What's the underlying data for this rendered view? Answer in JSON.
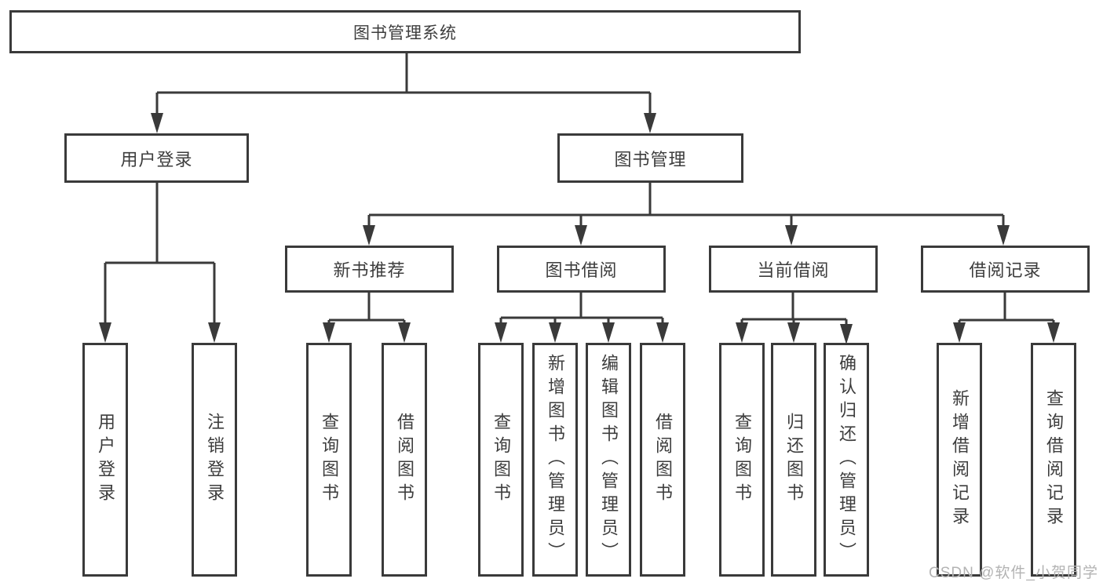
{
  "diagram": {
    "type": "hierarchy-tree",
    "colors": {
      "line": "#3a3a3a",
      "border": "#3a3a3a",
      "text": "#3d3d3d",
      "background": "#ffffff",
      "watermark": "#b3b3b3"
    },
    "watermark": "CSDN @软件_小贺同学",
    "nodes": {
      "root": {
        "label": "图书管理系统",
        "children": [
          "login",
          "manage"
        ]
      },
      "login": {
        "label": "用户登录",
        "children": [
          "login_user",
          "login_logout"
        ]
      },
      "manage": {
        "label": "图书管理",
        "children": [
          "recommend",
          "borrow",
          "current",
          "records"
        ]
      },
      "recommend": {
        "label": "新书推荐",
        "children": [
          "rec_query",
          "rec_borrow"
        ]
      },
      "borrow": {
        "label": "图书借阅",
        "children": [
          "borrow_query",
          "borrow_add",
          "borrow_edit",
          "borrow_lend"
        ]
      },
      "current": {
        "label": "当前借阅",
        "children": [
          "cur_query",
          "cur_return",
          "cur_confirm"
        ]
      },
      "records": {
        "label": "借阅记录",
        "children": [
          "record_add",
          "record_query"
        ]
      },
      "login_user": {
        "label": "用户登录"
      },
      "login_logout": {
        "label": "注销登录"
      },
      "rec_query": {
        "label": "查询图书"
      },
      "rec_borrow": {
        "label": "借阅图书"
      },
      "borrow_query": {
        "label": "查询图书"
      },
      "borrow_add": {
        "label": "新增图书（管理员）"
      },
      "borrow_edit": {
        "label": "编辑图书（管理员）"
      },
      "borrow_lend": {
        "label": "借阅图书"
      },
      "cur_query": {
        "label": "查询图书"
      },
      "cur_return": {
        "label": "归还图书"
      },
      "cur_confirm": {
        "label": "确认归还（管理员）"
      },
      "record_add": {
        "label": "新增借阅记录"
      },
      "record_query": {
        "label": "查询借阅记录"
      }
    }
  }
}
